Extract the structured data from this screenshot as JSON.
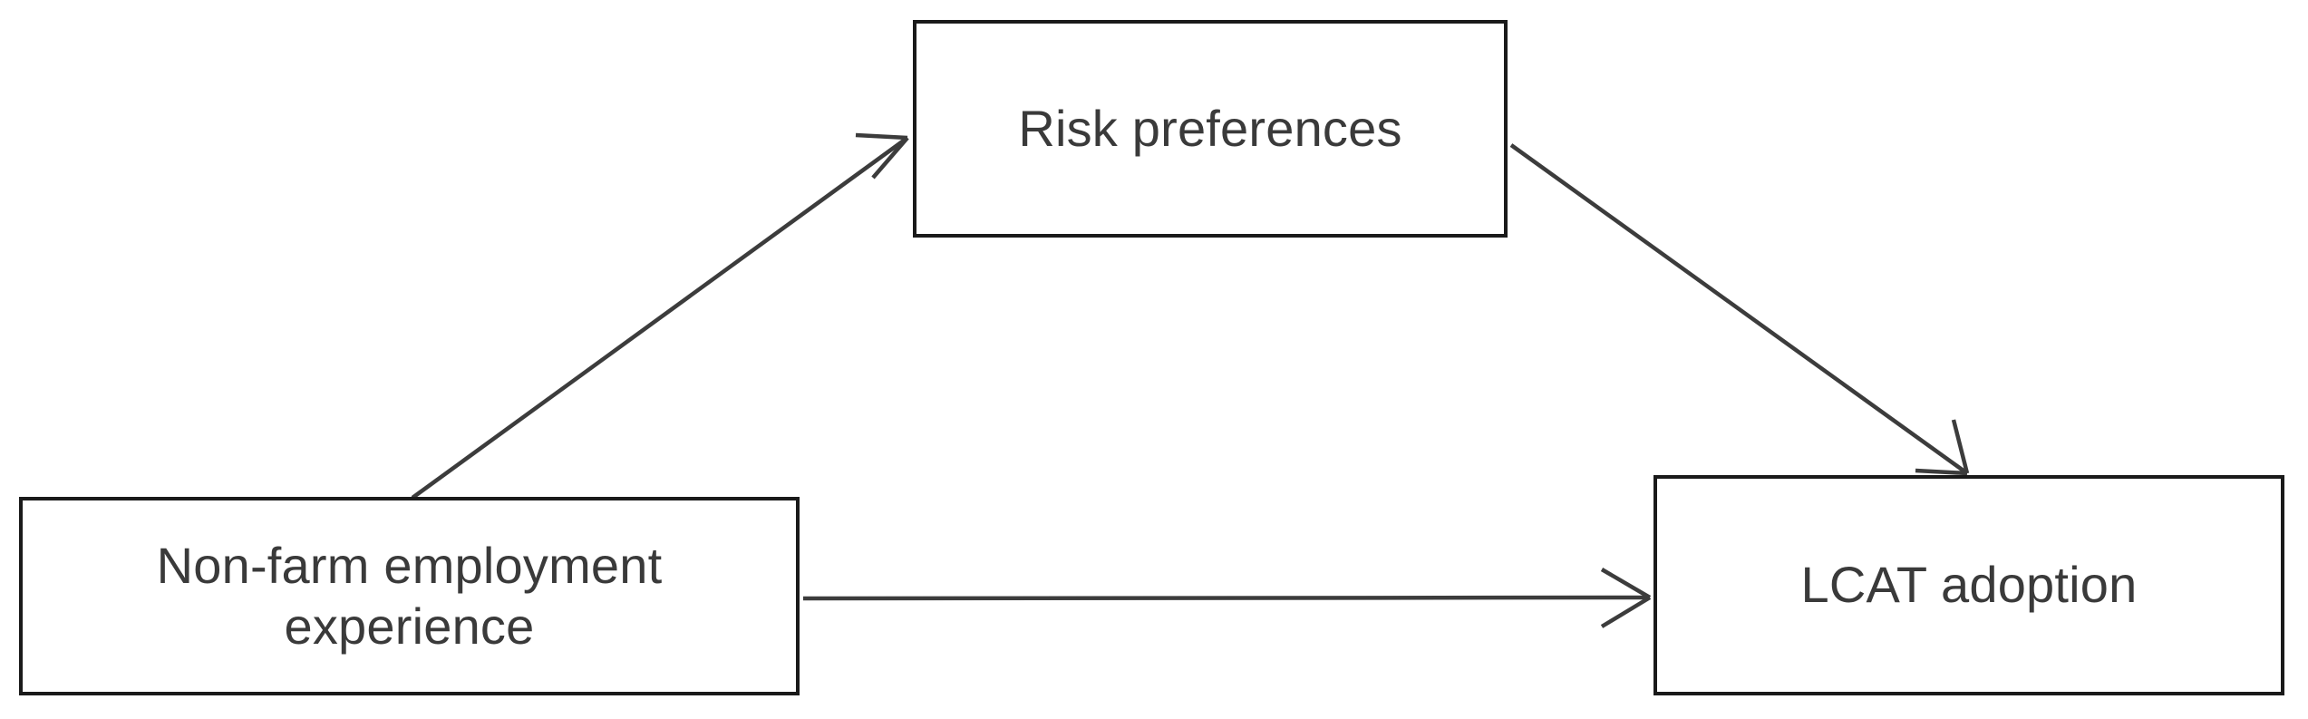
{
  "diagram": {
    "title": "Non-farm employment experience, risk preferences and LCAT adoption mediation diagram",
    "type": "mediation-path-diagram",
    "background_color": "#ffffff",
    "box_border_color": "#1a1a1a",
    "text_color": "#3a3a3a",
    "arrow_color": "#3c3c3c",
    "nodes": [
      {
        "id": "risk-preferences",
        "label": "Risk preferences",
        "role": "mediator",
        "position": "top-center"
      },
      {
        "id": "non-farm-employment-experience",
        "label": "Non-farm employment\nexperience",
        "role": "independent-variable",
        "position": "bottom-left"
      },
      {
        "id": "lcat-adoption",
        "label": "LCAT adoption",
        "role": "dependent-variable",
        "position": "bottom-right"
      }
    ],
    "edges": [
      {
        "id": "edge-nonfarm-to-risk",
        "from": "non-farm-employment-experience",
        "to": "risk-preferences",
        "label": "",
        "style": "solid",
        "arrowhead": "open"
      },
      {
        "id": "edge-risk-to-lcat",
        "from": "risk-preferences",
        "to": "lcat-adoption",
        "label": "",
        "style": "solid",
        "arrowhead": "open"
      },
      {
        "id": "edge-nonfarm-to-lcat",
        "from": "non-farm-employment-experience",
        "to": "lcat-adoption",
        "label": "",
        "style": "solid",
        "arrowhead": "open"
      }
    ]
  }
}
